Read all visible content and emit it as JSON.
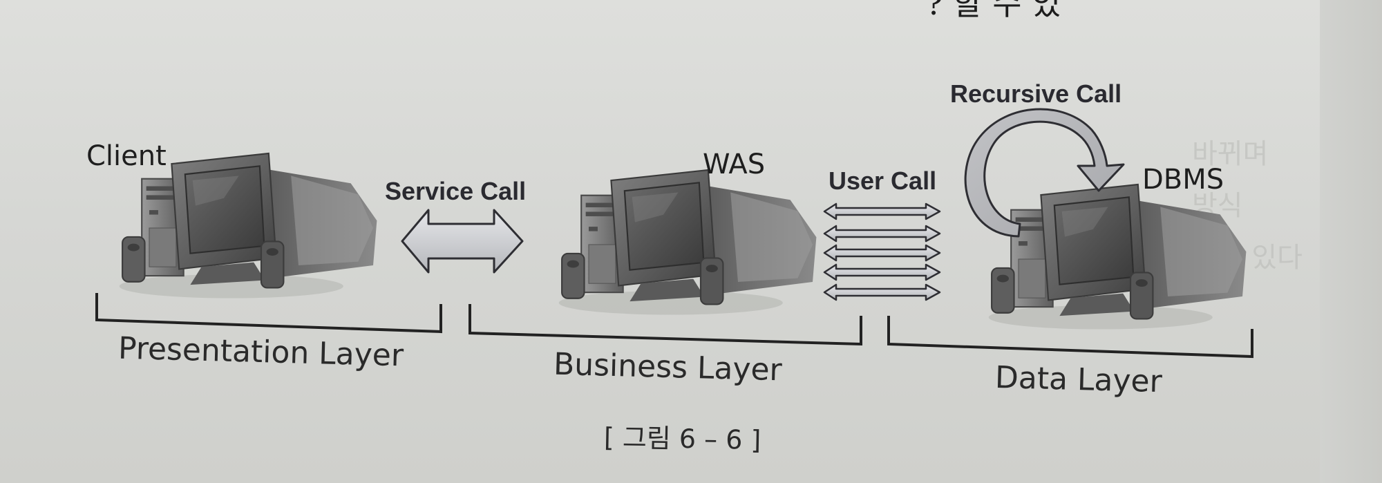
{
  "page": {
    "top_fragment": "? 할 수 있 ",
    "bleed_through": [
      "바뀌며",
      "방식",
      "하고 있다"
    ]
  },
  "diagram": {
    "nodes": {
      "client": {
        "label": "Client"
      },
      "was": {
        "label": "WAS"
      },
      "dbms": {
        "label": "DBMS"
      }
    },
    "calls": {
      "service": {
        "label": "Service Call"
      },
      "user": {
        "label": "User Call"
      },
      "recursive": {
        "label": "Recursive Call"
      }
    },
    "layers": {
      "presentation": {
        "label": "Presentation Layer"
      },
      "business": {
        "label": "Business Layer"
      },
      "data": {
        "label": "Data Layer"
      }
    },
    "caption": "[ 그림 6 – 6 ]"
  }
}
